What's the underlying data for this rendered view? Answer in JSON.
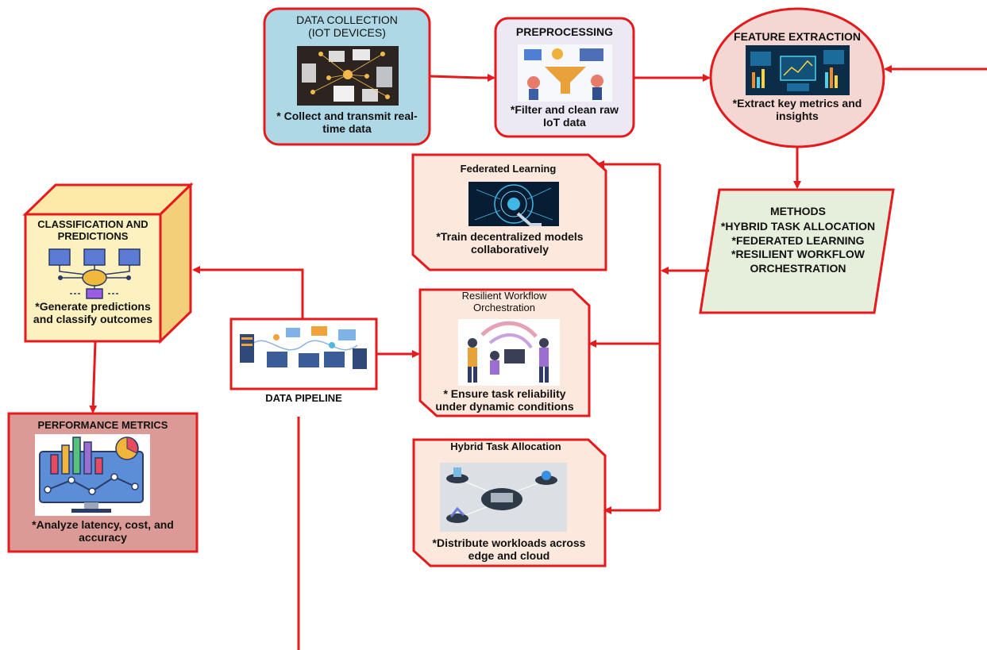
{
  "colors": {
    "border": "#e41a1c",
    "arrow": "#e41a1c",
    "collection_fill": "#aed8e6",
    "preprocess_fill": "#ece9f4",
    "extraction_fill": "#f4d6d2",
    "methods_fill": "#e6efdc",
    "method_card_fill": "#fce8dc",
    "classification_fill": "#fdf1c0",
    "metrics_fill": "#dc9a96"
  },
  "nodes": {
    "data_collection": {
      "title": "DATA COLLECTION\n(IOT DEVICES)",
      "desc": "* Collect and transmit real-\ntime data"
    },
    "preprocessing": {
      "title": "PREPROCESSING",
      "desc": "*Filter and clean raw\nIoT data"
    },
    "feature_extraction": {
      "title": "FEATURE EXTRACTION",
      "desc": "*Extract key metrics and\ninsights"
    },
    "methods": {
      "title": "METHODS",
      "items": "*HYBRID TASK ALLOCATION\n*FEDERATED LEARNING\n*RESILIENT WORKFLOW\nORCHESTRATION"
    },
    "federated_learning": {
      "title": "Federated Learning",
      "desc": "*Train decentralized models\ncollaboratively"
    },
    "resilient_workflow": {
      "title": "Resilient Workflow\nOrchestration",
      "desc": "* Ensure task reliability\nunder dynamic conditions"
    },
    "hybrid_task": {
      "title": "Hybrid Task Allocation",
      "desc": "*Distribute workloads across\nedge and cloud"
    },
    "classification": {
      "title": "CLASSIFICATION AND\nPREDICTIONS",
      "desc": "*Generate predictions\nand classify outcomes"
    },
    "data_pipeline": {
      "title": "DATA PIPELINE"
    },
    "performance": {
      "title": "PERFORMANCE METRICS",
      "desc": "*Analyze latency, cost, and\naccuracy"
    }
  },
  "icons": {
    "collection": "iot-devices-illustration",
    "preprocess": "data-filter-illustration",
    "extraction": "dashboard-illustration",
    "federated": "ai-network-illustration",
    "resilient": "team-workflow-illustration",
    "hybrid": "edge-cloud-illustration",
    "classification": "ai-brain-classification-icon",
    "pipeline": "data-pipeline-illustration",
    "performance": "analytics-monitor-icon"
  }
}
